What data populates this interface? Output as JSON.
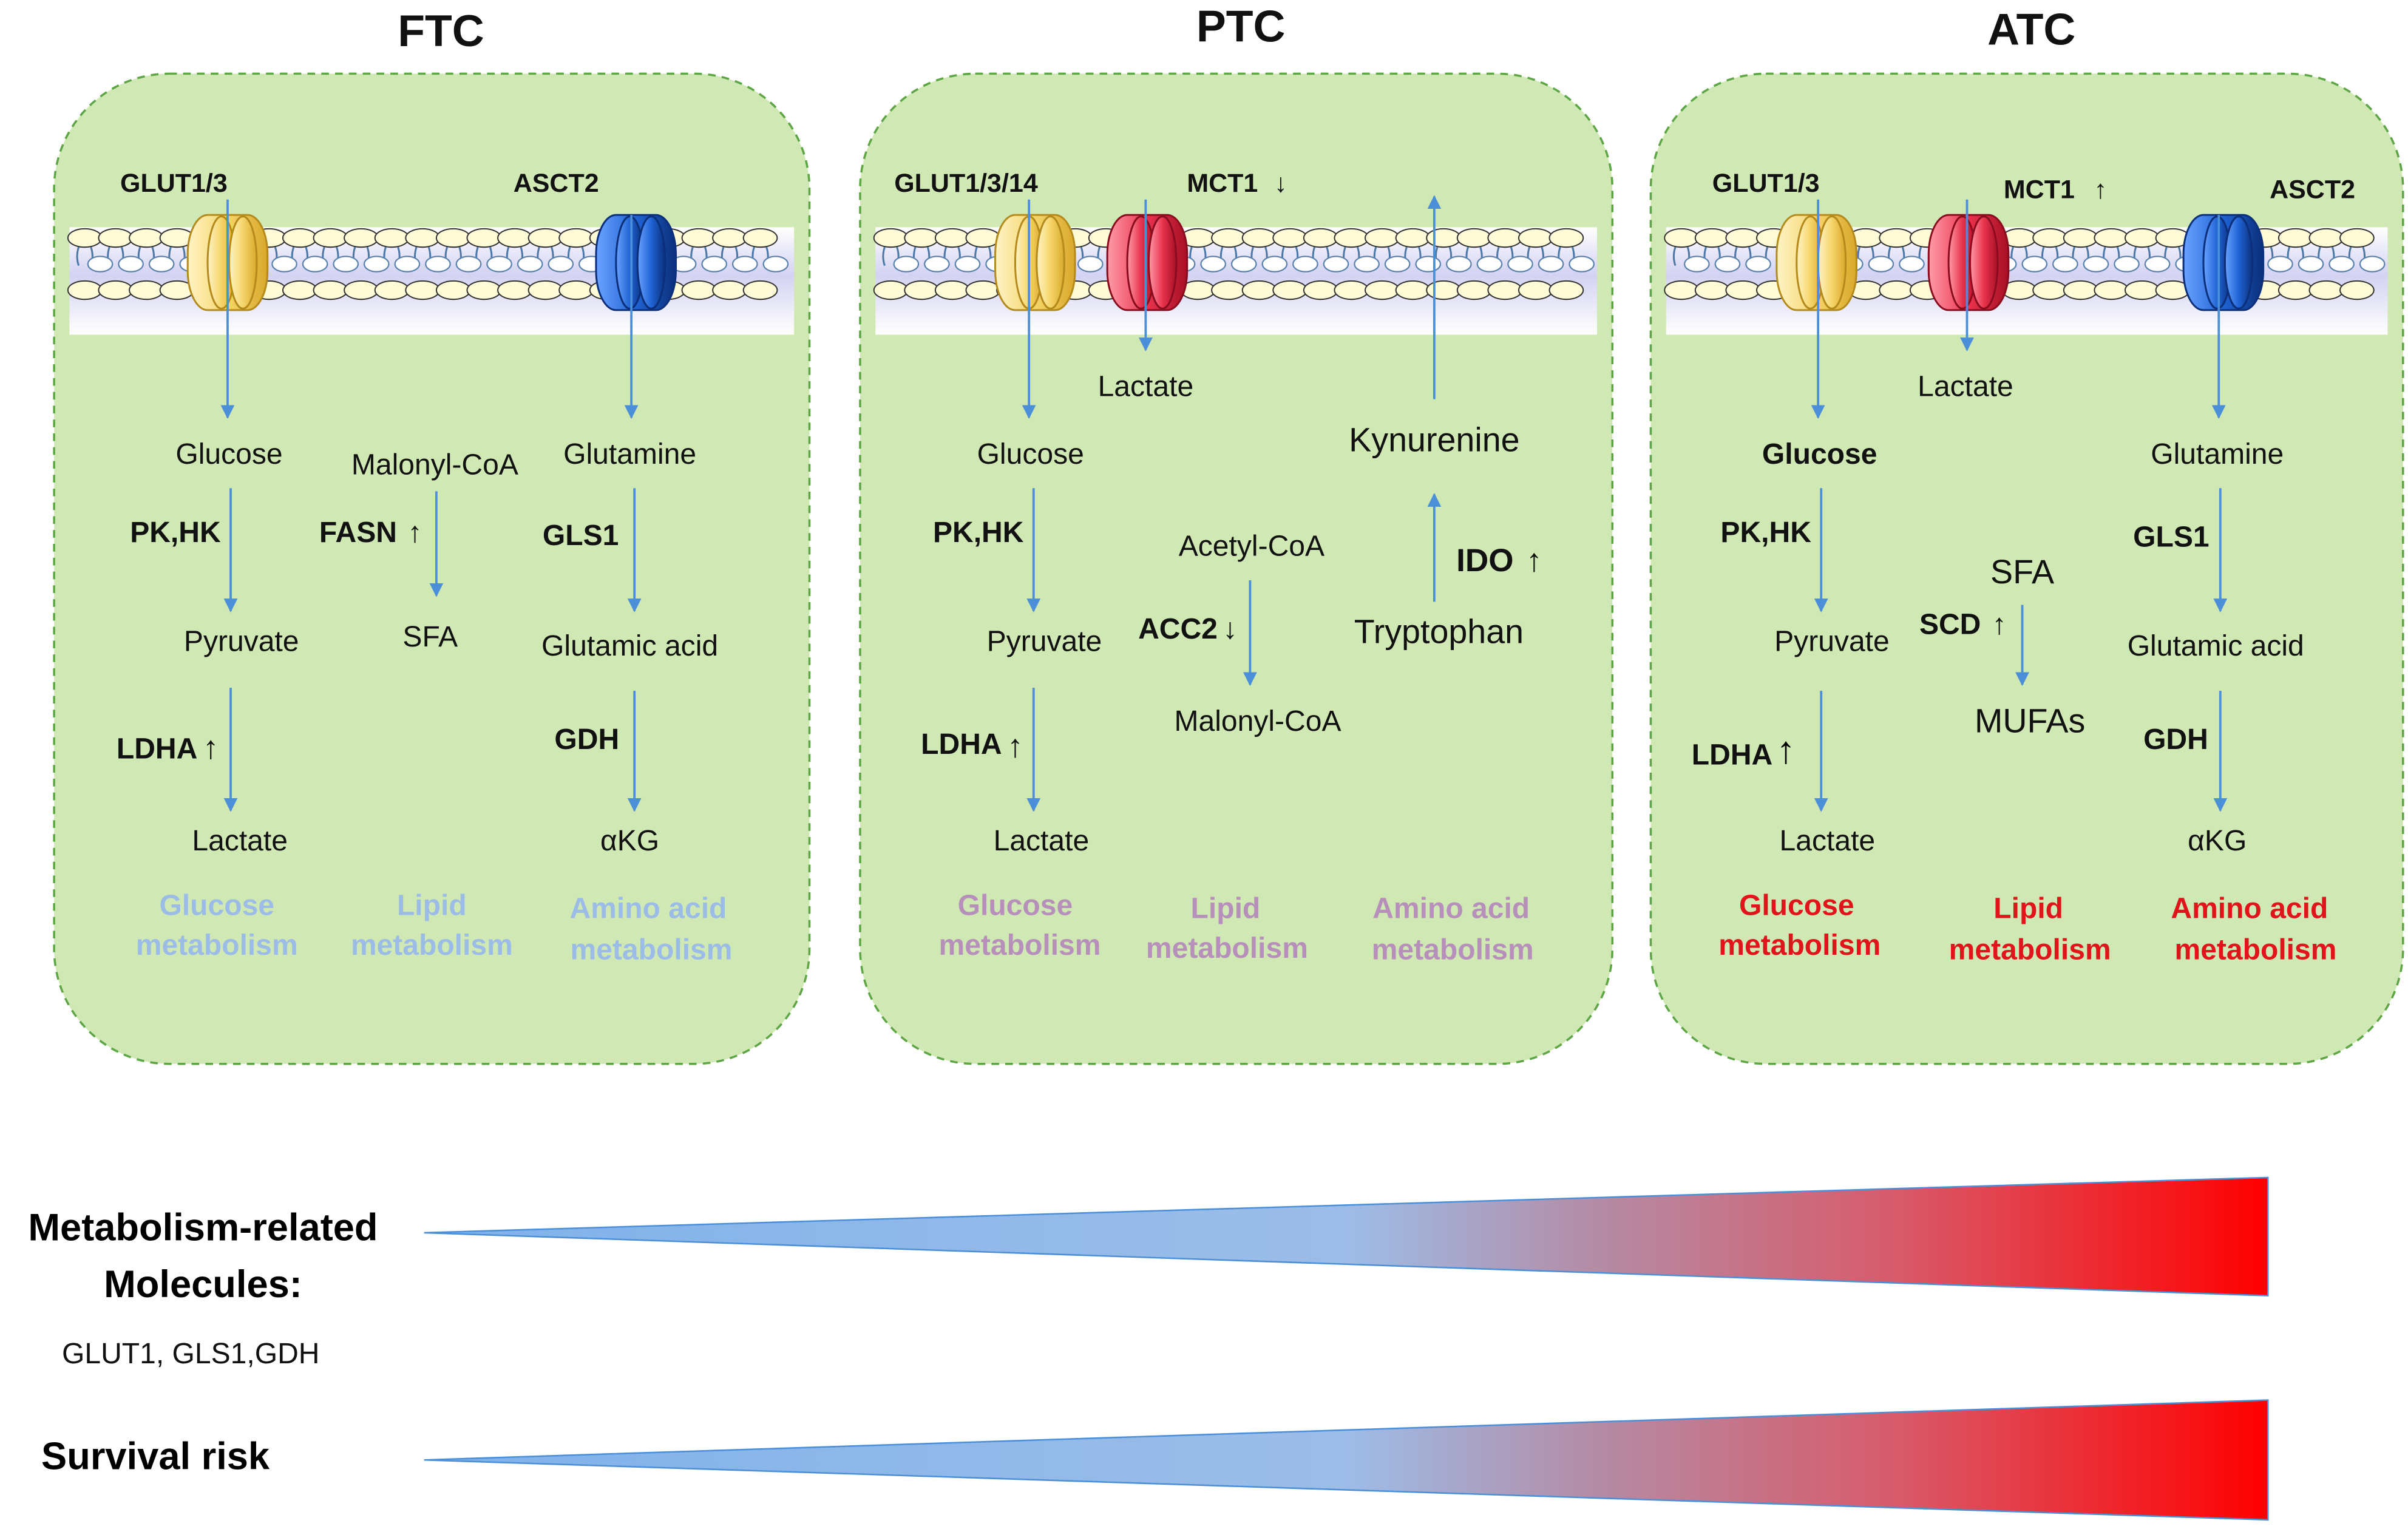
{
  "colors": {
    "cell_fill": "#d0e9b4",
    "cell_border": "#5ea645",
    "arrow": "#4a8fd8",
    "glut": "#f5d56a",
    "mct": "#e8334d",
    "asct": "#1f63d4",
    "label_ftc": "#9cbce8",
    "label_ptc": "#b78fbb",
    "label_atc": "#e0141a",
    "gradient_start": "#7fb2ea",
    "gradient_end": "#ff0000"
  },
  "panels": [
    {
      "title": "FTC",
      "transporters": {
        "glut": "GLUT1/3",
        "asct": "ASCT2"
      },
      "glucose": {
        "substrate": "Glucose",
        "enzyme1": "PK,HK",
        "product1": "Pyruvate",
        "enzyme2": "LDHA",
        "arrow2": "↑",
        "product2": "Lactate",
        "label_line1": "Glucose",
        "label_line2": "metabolism"
      },
      "lipid": {
        "substrate": "Malonyl-CoA",
        "enzyme": "FASN",
        "arrow": "↑",
        "product": "SFA",
        "label_line1": "Lipid",
        "label_line2": "metabolism"
      },
      "amino": {
        "substrate": "Glutamine",
        "enzyme1": "GLS1",
        "product1": "Glutamic acid",
        "enzyme2": "GDH",
        "product2": "αKG",
        "label_line1": "Amino acid",
        "label_line2": "metabolism"
      }
    },
    {
      "title": "PTC",
      "transporters": {
        "glut": "GLUT1/3/14",
        "mct": "MCT1",
        "mct_arrow": "↓"
      },
      "lactate_out": "Lactate",
      "glucose": {
        "substrate": "Glucose",
        "enzyme1": "PK,HK",
        "product1": "Pyruvate",
        "enzyme2": "LDHA",
        "arrow2": "↑",
        "product2": "Lactate",
        "label_line1": "Glucose",
        "label_line2": "metabolism"
      },
      "lipid": {
        "substrate": "Acetyl-CoA",
        "enzyme": "ACC2",
        "arrow": "↓",
        "product": "Malonyl-CoA",
        "label_line1": "Lipid",
        "label_line2": "metabolism"
      },
      "amino": {
        "product": "Kynurenine",
        "enzyme": "IDO",
        "arrow": "↑",
        "substrate": "Tryptophan",
        "label_line1": "Amino acid",
        "label_line2": "metabolism"
      }
    },
    {
      "title": "ATC",
      "transporters": {
        "glut": "GLUT1/3",
        "mct": "MCT1",
        "mct_arrow": "↑",
        "asct": "ASCT2"
      },
      "lactate_out": "Lactate",
      "glucose": {
        "substrate": "Glucose",
        "enzyme1": "PK,HK",
        "product1": "Pyruvate",
        "enzyme2": "LDHA",
        "arrow2": "↑",
        "product2": "Lactate",
        "label_line1": "Glucose",
        "label_line2": "metabolism"
      },
      "lipid": {
        "substrate": "SFA",
        "enzyme": "SCD",
        "arrow": "↑",
        "product": "MUFAs",
        "label_line1": "Lipid",
        "label_line2": "metabolism"
      },
      "amino": {
        "substrate": "Glutamine",
        "enzyme1": "GLS1",
        "product1": "Glutamic acid",
        "enzyme2": "GDH",
        "product2": "αKG",
        "label_line1": "Amino acid",
        "label_line2": "metabolism"
      }
    }
  ],
  "bottom": {
    "metabolism_label_line1": "Metabolism-related",
    "metabolism_label_line2": "Molecules:",
    "molecules": "GLUT1, GLS1,GDH",
    "survival_label": "Survival risk"
  }
}
